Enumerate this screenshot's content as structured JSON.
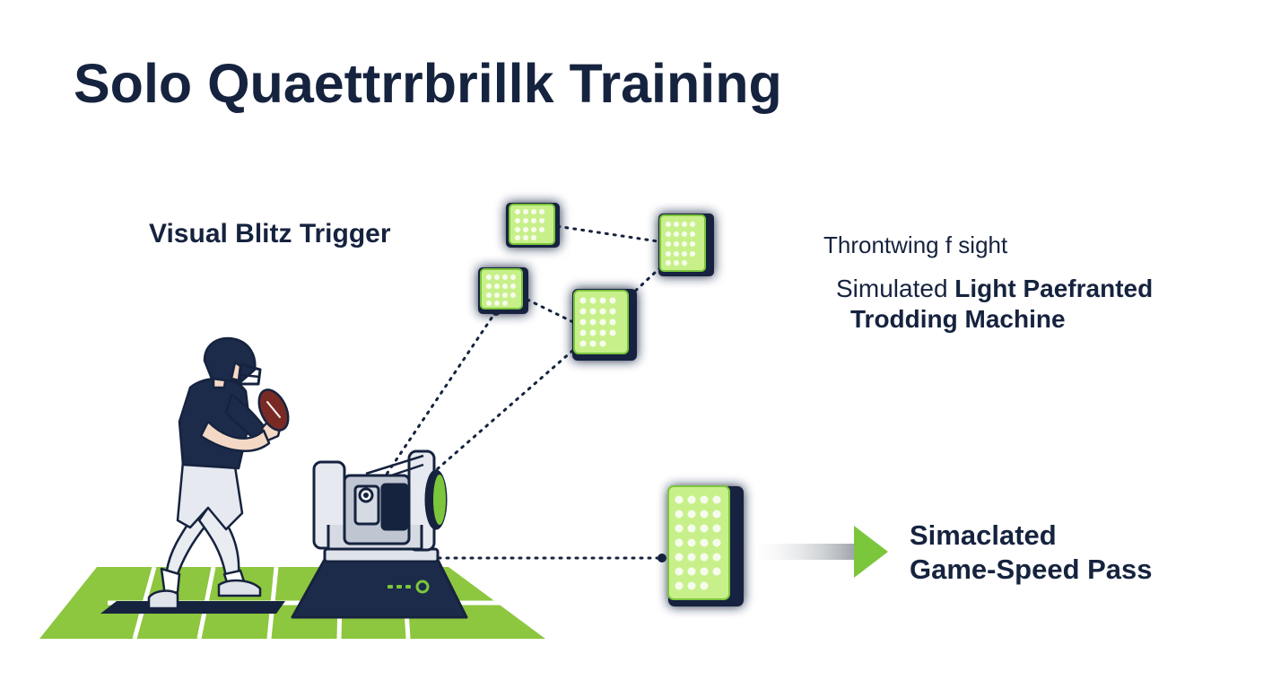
{
  "title": "Solo Quaettrrbrillk Training",
  "labels": {
    "visual_blitz_trigger": "Visual Blitz Trigger",
    "throwing_sight": "Throntwing f sight",
    "simulated_light_prefix": "Simulated",
    "simulated_light_bold": "Light Paefranted",
    "trodding_machine": "Trodding Machine",
    "pass_line1": "Simaclated",
    "pass_line2": "Game-Speed Pass"
  },
  "colors": {
    "navy": "#16233f",
    "accent_green": "#7cc63c",
    "led_glow": "#c8f08a",
    "field_green": "#8dc63f"
  },
  "icons": {
    "player": "quarterback-figure",
    "machine": "throwing-machine",
    "target": "led-target-panel",
    "arrow": "pass-direction-arrow"
  }
}
